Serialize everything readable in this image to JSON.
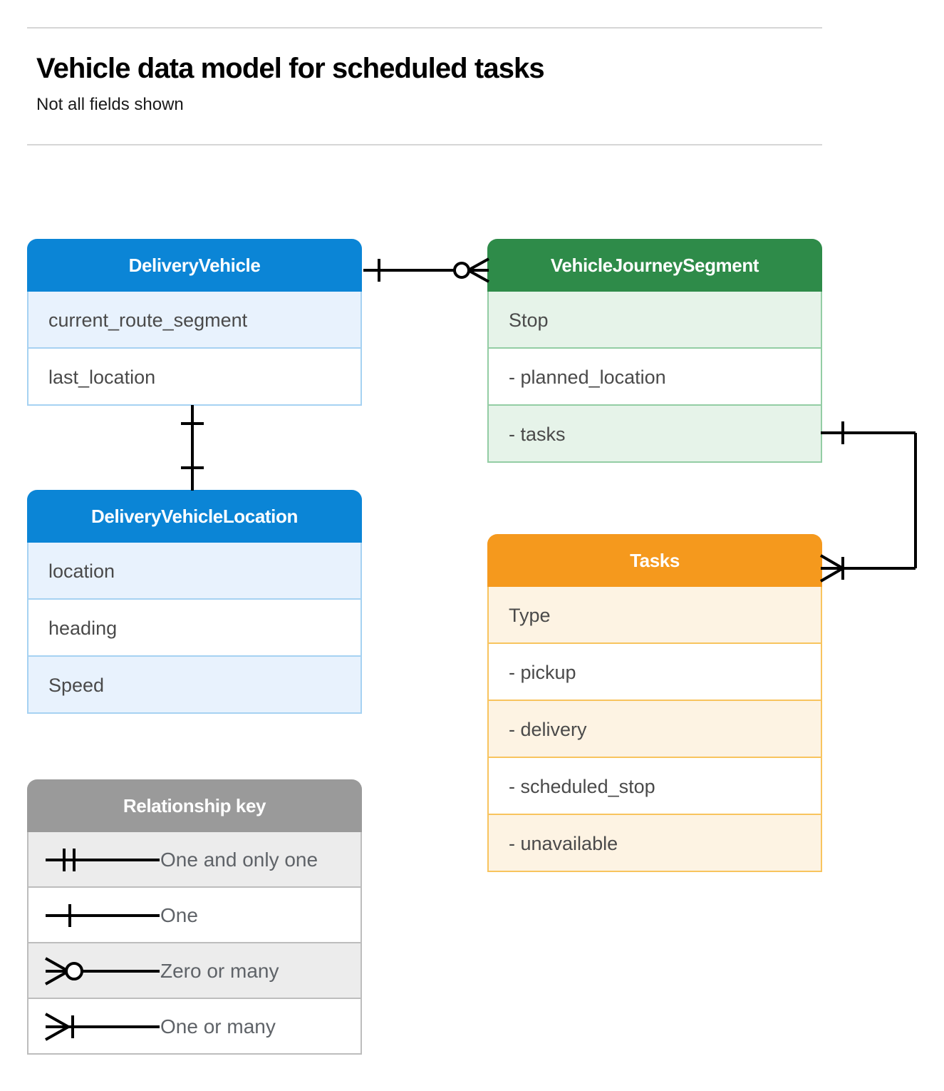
{
  "header": {
    "title": "Vehicle data model for scheduled tasks",
    "subtitle": "Not all fields shown"
  },
  "colors": {
    "blue_header": "#0b85d6",
    "blue_row": "#e8f2fd",
    "blue_border": "#a6d2f2",
    "green_header": "#2e8b49",
    "green_row": "#e6f3e9",
    "green_border": "#93cda4",
    "orange_header": "#f5991d",
    "orange_row": "#fdf3e3",
    "orange_border": "#f8c45e",
    "gray_header": "#9a9a9a",
    "gray_row": "#ececec",
    "gray_border": "#bdbdbd",
    "connector": "#000000",
    "rule": "#d6d6d6"
  },
  "entities": [
    {
      "id": "delivery-vehicle",
      "title": "DeliveryVehicle",
      "theme": "blue",
      "rows": [
        {
          "label": "current_route_segment",
          "alt": true
        },
        {
          "label": "last_location",
          "alt": false
        }
      ]
    },
    {
      "id": "vehicle-journey-segment",
      "title": "VehicleJourneySegment",
      "theme": "green",
      "rows": [
        {
          "label": "Stop",
          "alt": true
        },
        {
          "label": "-  planned_location",
          "alt": false
        },
        {
          "label": "- tasks",
          "alt": true
        }
      ]
    },
    {
      "id": "delivery-vehicle-location",
      "title": "DeliveryVehicleLocation",
      "theme": "blue",
      "rows": [
        {
          "label": "location",
          "alt": true
        },
        {
          "label": "heading",
          "alt": false
        },
        {
          "label": "Speed",
          "alt": true
        }
      ]
    },
    {
      "id": "tasks",
      "title": "Tasks",
      "theme": "orange",
      "rows": [
        {
          "label": "Type",
          "alt": true
        },
        {
          "label": "-  pickup",
          "alt": false
        },
        {
          "label": "-  delivery",
          "alt": true
        },
        {
          "label": "-  scheduled_stop",
          "alt": false
        },
        {
          "label": "-  unavailable",
          "alt": true
        }
      ]
    }
  ],
  "legend": {
    "title": "Relationship key",
    "items": [
      {
        "label": "One and only one",
        "symbol": "one-and-only-one",
        "alt": true
      },
      {
        "label": "One",
        "symbol": "one",
        "alt": false
      },
      {
        "label": "Zero or many",
        "symbol": "zero-or-many",
        "alt": true
      },
      {
        "label": "One or many",
        "symbol": "one-or-many",
        "alt": false
      }
    ]
  },
  "relationships": [
    {
      "id": "vehicle-to-journey-segment",
      "from": "DeliveryVehicle",
      "to": "VehicleJourneySegment",
      "from_cardinality": "one",
      "to_cardinality": "zero-or-many"
    },
    {
      "id": "vehicle-to-vehicle-location",
      "from": "DeliveryVehicle",
      "to": "DeliveryVehicleLocation",
      "from_cardinality": "one",
      "to_cardinality": "one"
    },
    {
      "id": "journey-segment-tasks-to-tasks",
      "from": "VehicleJourneySegment",
      "to": "Tasks",
      "from_cardinality": "one",
      "to_cardinality": "one-or-many"
    }
  ]
}
